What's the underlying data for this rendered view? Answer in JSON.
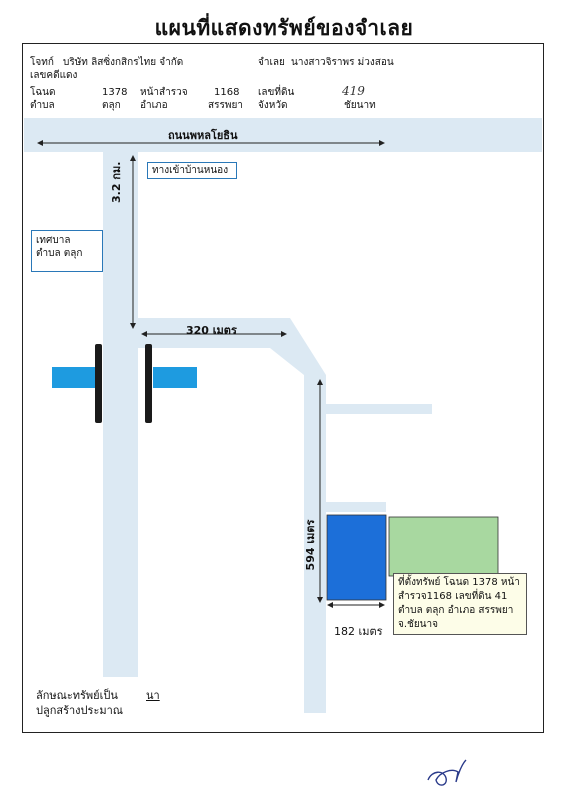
{
  "title": "แผนที่แสดงทรัพย์ของจำเลย",
  "header": {
    "plaintiff_label": "โจทก์",
    "plaintiff_value": "บริษัท ลิสซิ่งกสิกรไทย จำกัด",
    "plaintiff_value2": "เลขคดีแดง",
    "defendant_label": "จำเลย",
    "defendant_value": "นางสาวจิราพร ม่วงสอน",
    "deed_label": "โฉนด",
    "deed_value": "1378",
    "survey_label": "หน้าสำรวจ",
    "survey_value": "1168",
    "land_no_label": "เลขที่ดิน",
    "land_no_value": "419",
    "subdistrict_label": "ตำบล",
    "subdistrict_value": "ตลุก",
    "district_label": "อำเภอ",
    "district_value": "สรรพยา",
    "province_label": "จังหวัด",
    "province_value": "ชัยนาท"
  },
  "map": {
    "main_road": "ถนนพหลโยธิน",
    "village_entrance": "ทางเข้าบ้านหนอง",
    "municipality_line1": "เทศบาล",
    "municipality_line2": "ตำบล ตลุก",
    "dist_vertical_1": "3.2 กม.",
    "dist_horizontal": "320 เมตร",
    "dist_vertical_2": "594 เมตร",
    "dist_bottom": "182 เมตร",
    "property_note": "ที่ตั้งทรัพย์  โฉนด 1378 หน้าสำรวจ1168 เลขที่ดิน 41 ตำบล ตลุก อำเภอ สรรพยา จ.ชัยนาจ"
  },
  "footer": {
    "type_label": "ลักษณะทรัพย์เป็น",
    "type_value": "นา",
    "build_label": "ปลูกสร้างประมาณ"
  },
  "colors": {
    "road": "#dce9f3",
    "water": "#1e9be0",
    "property": "#1c6fd9",
    "neighbor": "#a8d8a0",
    "bridge": "#1a1a1a"
  }
}
